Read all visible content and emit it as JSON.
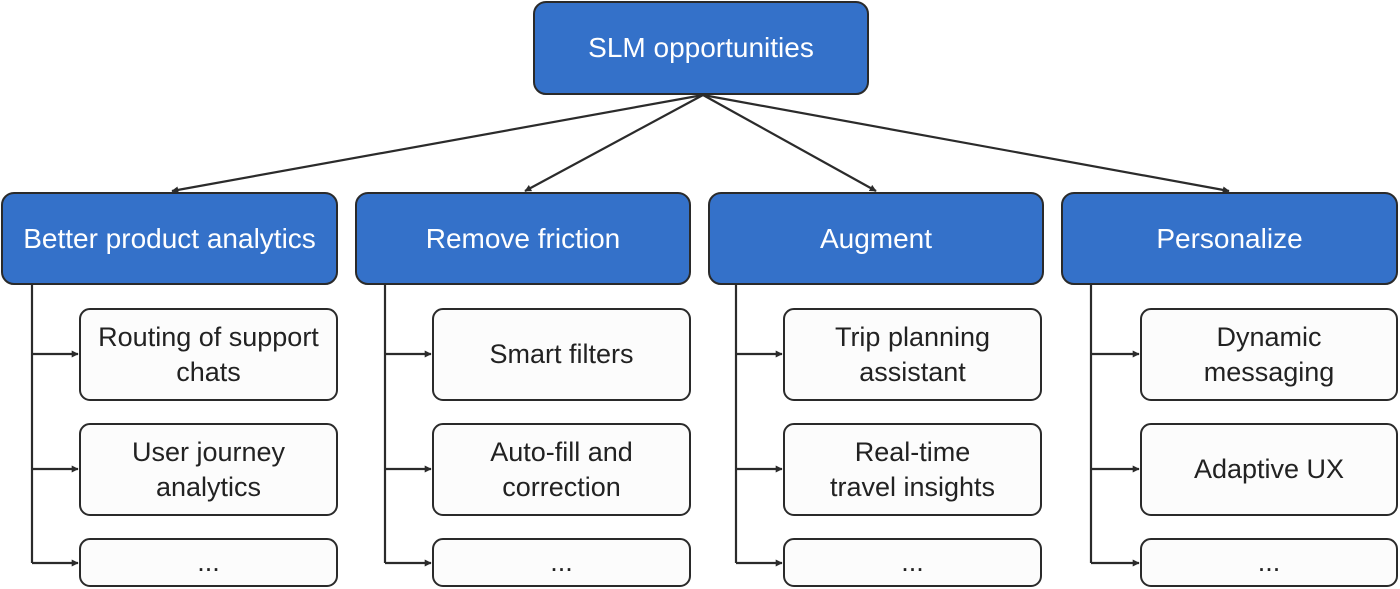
{
  "diagram": {
    "root": {
      "label": "SLM opportunities"
    },
    "categories": [
      {
        "label": "Better product analytics",
        "items": [
          "Routing of support\nchats",
          "User journey\nanalytics",
          "..."
        ]
      },
      {
        "label": "Remove friction",
        "items": [
          "Smart filters",
          "Auto-fill and\ncorrection",
          "..."
        ]
      },
      {
        "label": "Augment",
        "items": [
          "Trip planning\nassistant",
          "Real-time\ntravel insights",
          "..."
        ]
      },
      {
        "label": "Personalize",
        "items": [
          "Dynamic\nmessaging",
          "Adaptive UX",
          "..."
        ]
      }
    ]
  },
  "colors": {
    "node_fill": "#3471c9",
    "node_text": "#ffffff",
    "leaf_fill": "#fcfcfc",
    "border": "#2a2a2a"
  }
}
